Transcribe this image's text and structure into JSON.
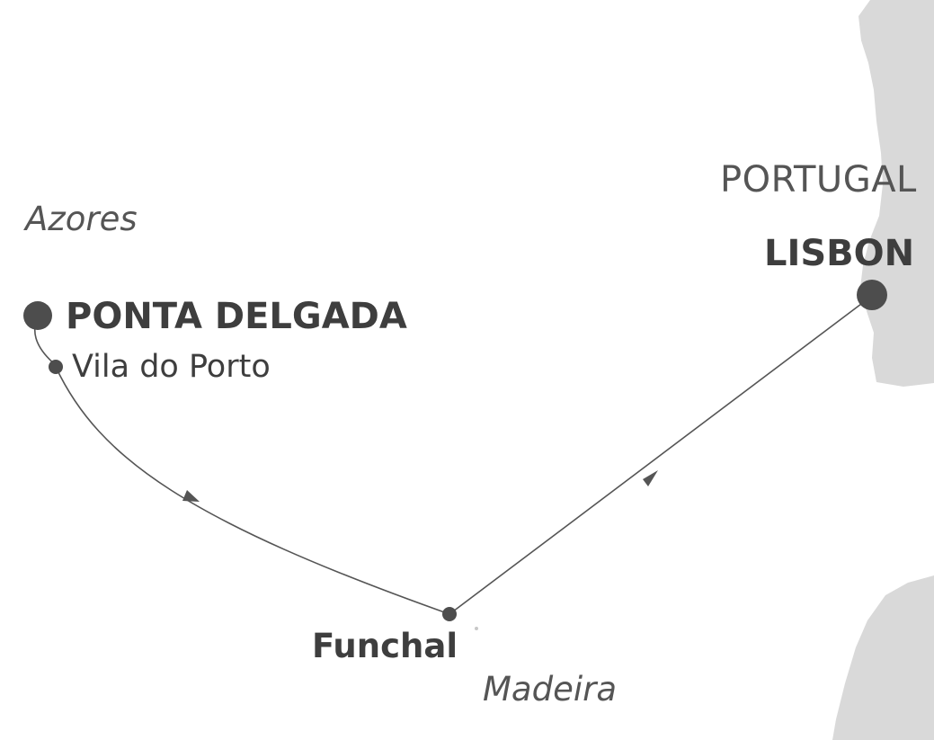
{
  "map": {
    "regions": {
      "azores": "Azores",
      "madeira": "Madeira",
      "portugal": "PORTUGAL"
    },
    "ports": {
      "ponta_delgada": "PONTA DELGADA",
      "vila_do_porto": "Vila do Porto",
      "funchal": "Funchal",
      "lisbon": "LISBON"
    },
    "colors": {
      "land": "#d9d9d9",
      "route": "#555555",
      "marker": "#4d4d4d",
      "text": "#3e3e3e"
    }
  }
}
